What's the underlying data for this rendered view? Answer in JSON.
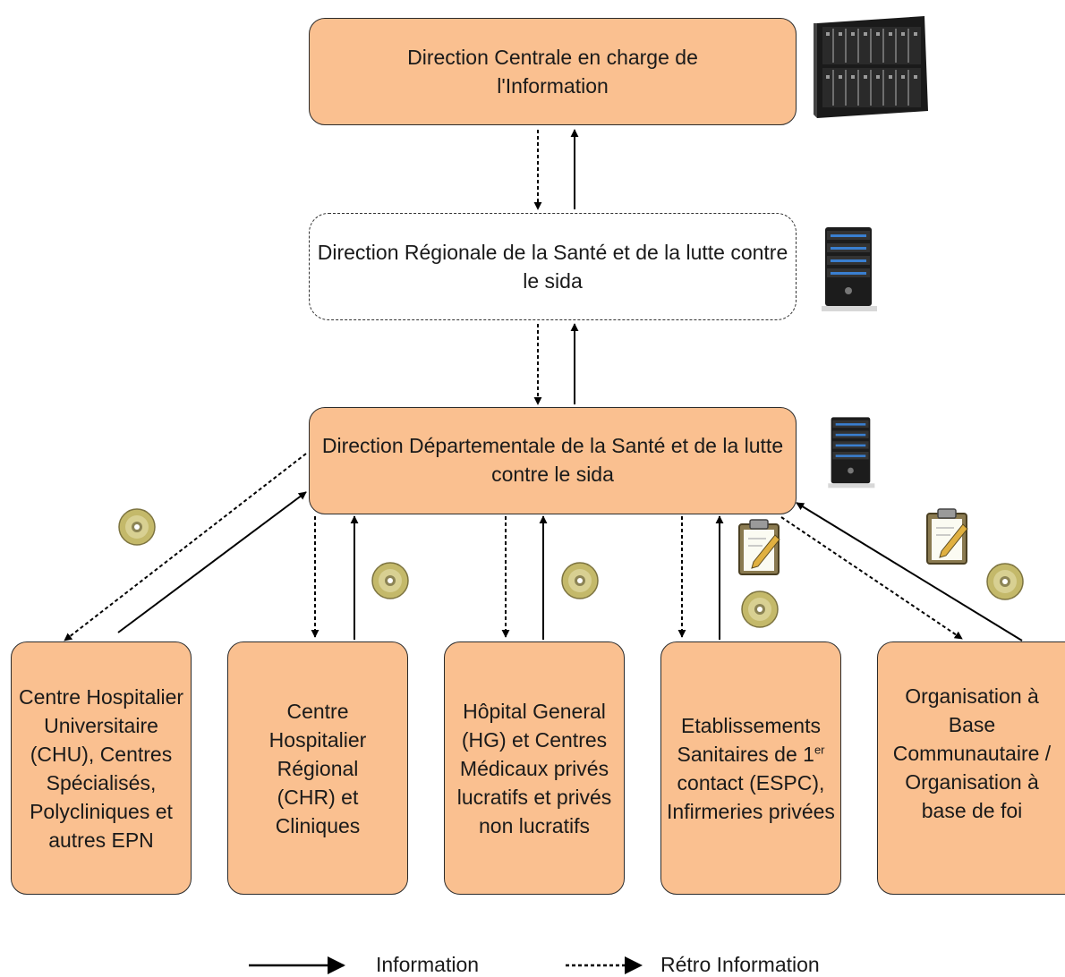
{
  "nodes": {
    "central": "Direction Centrale en charge de l'Information",
    "regional": "Direction Régionale de la Santé et de la lutte contre le sida",
    "departmental": "Direction Départementale de la Santé et de la lutte contre le sida",
    "chu": "Centre Hospitalier Universitaire (CHU), Centres Spécialisés, Polycliniques et autres EPN",
    "chr": "Centre Hospitalier Régional (CHR) et Cliniques",
    "hg": "Hôpital General (HG) et Centres Médicaux privés lucratifs et privés non lucratifs",
    "espc_a": "Etablissements Sanitaires de 1",
    "espc_sup": "er",
    "espc_b": " contact (ESPC), Infirmeries privées",
    "obc": "Organisation à Base Communautaire / Organisation à base de foi"
  },
  "legend": {
    "information": "Information",
    "retro": "Rétro Information"
  },
  "icons": {
    "large_server": "blade-server-icon",
    "tower_server": "tower-server-icon",
    "cd": "cd-disc-icon",
    "clipboard": "clipboard-icon"
  },
  "colors": {
    "box_fill": "#fac090",
    "box_border": "#2b2b2b",
    "arrow": "#000000"
  }
}
